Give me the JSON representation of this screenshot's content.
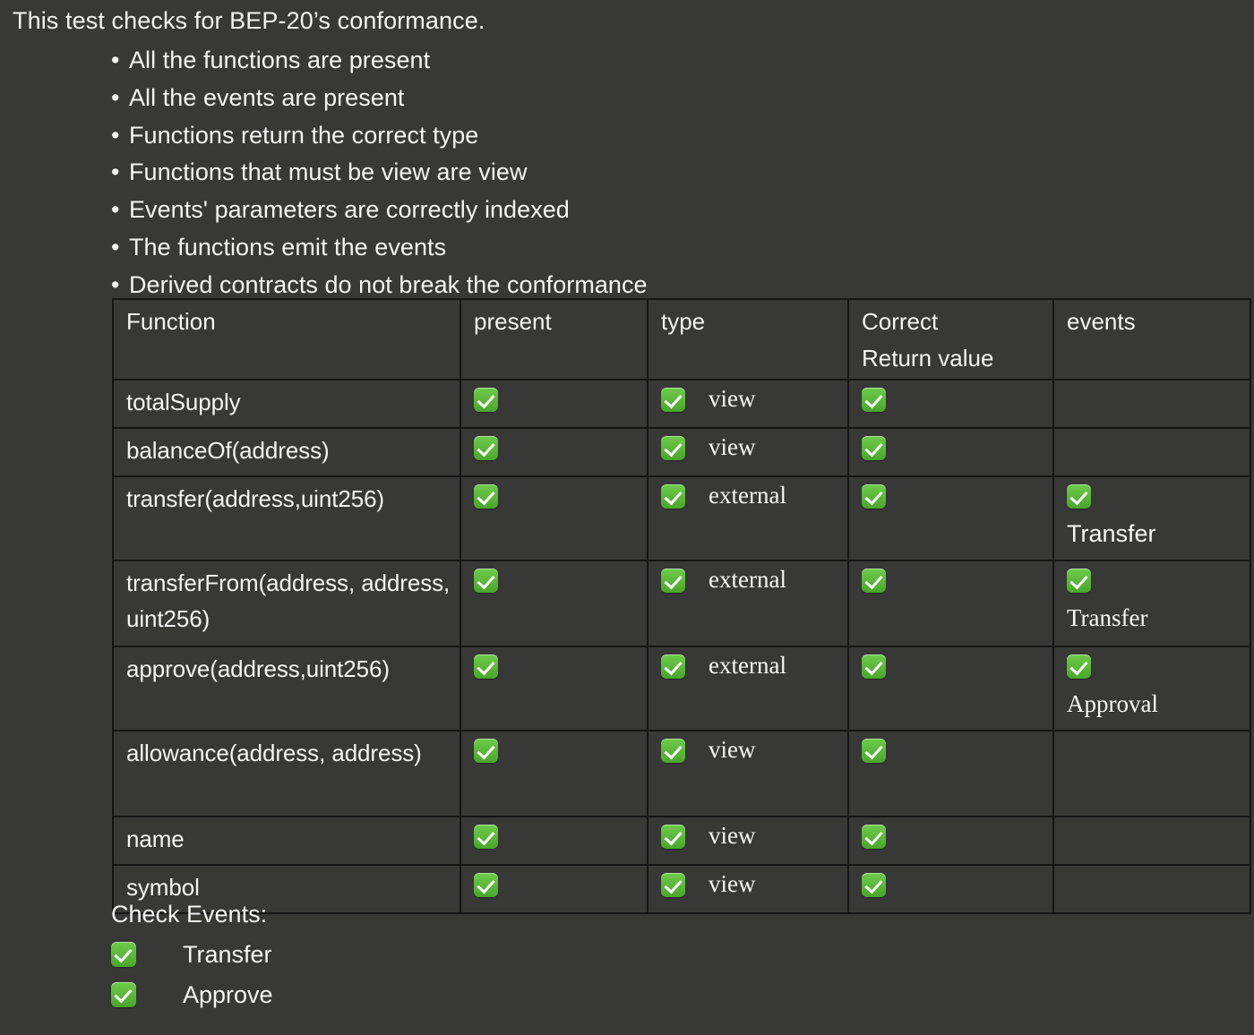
{
  "intro": {
    "title": "This test checks for BEP-20’s conformance.",
    "bullets": [
      "All the functions are present",
      "All the events are present",
      "Functions return the correct type",
      "Functions that must be view are view",
      "Events' parameters are correctly indexed",
      "The functions emit the events",
      "Derived contracts do not break the conformance"
    ],
    "bullet_glyph": "•"
  },
  "table": {
    "headers": {
      "function": "Function",
      "present": "present",
      "type": "type",
      "correct_return_line1": "Correct",
      "correct_return_line2": "Return value",
      "events": "events"
    },
    "rows": [
      {
        "function": "totalSupply",
        "present": true,
        "type_check": true,
        "type_label": "view",
        "correct_return": true,
        "event_check": false,
        "event_name": "",
        "height_class": "row-h1"
      },
      {
        "function": "balanceOf(address)",
        "present": true,
        "type_check": true,
        "type_label": "view",
        "correct_return": true,
        "event_check": false,
        "event_name": "",
        "height_class": "row-h1"
      },
      {
        "function": "transfer(address,uint256)",
        "present": true,
        "type_check": true,
        "type_label": "external",
        "correct_return": true,
        "event_check": true,
        "event_name": "Transfer",
        "event_font": "sans",
        "height_class": "row-h3"
      },
      {
        "function": "transferFrom(address, address, uint256)",
        "present": true,
        "type_check": true,
        "type_label": "external",
        "correct_return": true,
        "event_check": true,
        "event_name": "Transfer",
        "event_font": "serif",
        "height_class": "row-h2"
      },
      {
        "function": "approve(address,uint256)",
        "present": true,
        "type_check": true,
        "type_label": "external",
        "correct_return": true,
        "event_check": true,
        "event_name": "Approval",
        "event_font": "serif",
        "height_class": "row-h3"
      },
      {
        "function": "allowance(address, address)",
        "present": true,
        "type_check": true,
        "type_label": "view",
        "correct_return": true,
        "event_check": false,
        "event_name": "",
        "height_class": "row-h2"
      },
      {
        "function": "name",
        "present": true,
        "type_check": true,
        "type_label": "view",
        "correct_return": true,
        "event_check": false,
        "event_name": "",
        "height_class": "row-h1"
      },
      {
        "function": "symbol",
        "present": true,
        "type_check": true,
        "type_label": "view",
        "correct_return": true,
        "event_check": false,
        "event_name": "",
        "height_class": "row-h1"
      }
    ]
  },
  "check_events": {
    "title": "Check Events:",
    "items": [
      {
        "label": "Transfer",
        "checked": true
      },
      {
        "label": "Approve",
        "checked": true
      }
    ]
  },
  "colors": {
    "background": "#383837",
    "text": "#f4f4f4",
    "border": "#151515",
    "check_green_light": "#6ecb4a",
    "check_green_dark": "#4aa62b",
    "check_mark": "#ffffff"
  },
  "icons": {
    "check": "check-mark-icon"
  }
}
